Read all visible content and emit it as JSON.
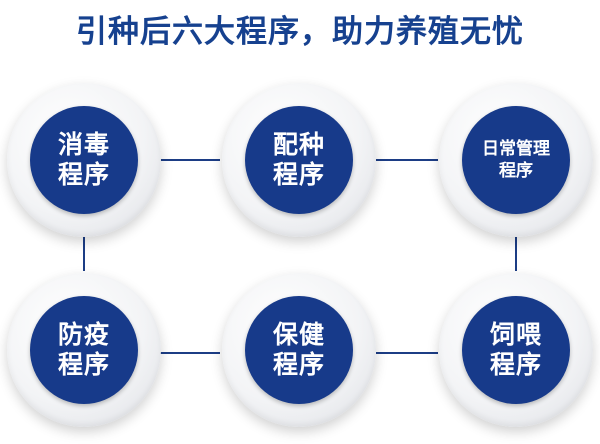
{
  "title": "引种后六大程序，助力养殖无忧",
  "nodes": [
    {
      "line1": "消毒",
      "line2": "程序"
    },
    {
      "line1": "配种",
      "line2": "程序"
    },
    {
      "line1": "日常管理",
      "line2": "程序"
    },
    {
      "line1": "防疫",
      "line2": "程序"
    },
    {
      "line1": "保健",
      "line2": "程序"
    },
    {
      "line1": "饲喂",
      "line2": "程序"
    }
  ],
  "colors": {
    "title": "#16418f",
    "node_fill": "#173a8a",
    "connector": "#1c3d85",
    "node_text": "#ffffff"
  }
}
